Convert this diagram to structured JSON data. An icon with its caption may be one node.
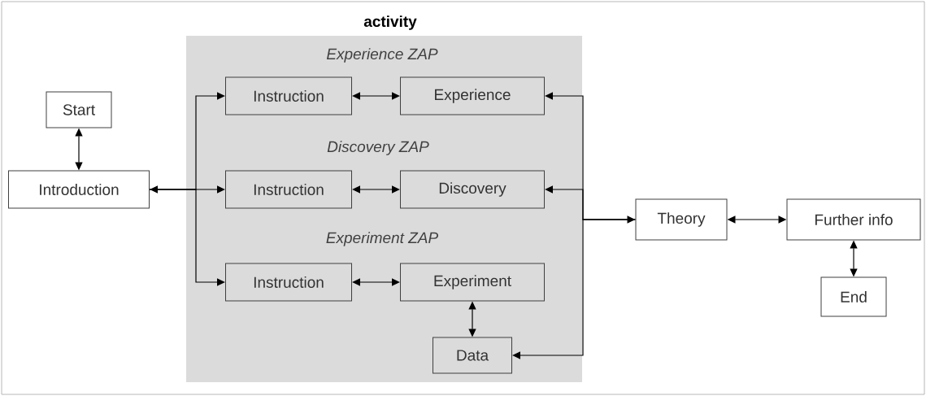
{
  "diagram": {
    "nodes": [
      {
        "text": [
          "activity",
          "Experience ZAP",
          "Discovery ZAP",
          "Experiment ZAP"
        ]
      },
      {
        "text": [
          "Start"
        ]
      },
      {
        "text": [
          "Introduction"
        ]
      },
      {
        "text": [
          "Instruction"
        ],
        "in": 0
      },
      {
        "text": [
          "Experience"
        ],
        "in": 0
      },
      {
        "text": [
          "Instruction"
        ],
        "in": 0
      },
      {
        "text": [
          "Discovery"
        ],
        "in": 0
      },
      {
        "text": [
          "Instruction"
        ],
        "in": 0
      },
      {
        "text": [
          "Experiment"
        ],
        "in": 0
      },
      {
        "text": [
          "Data"
        ],
        "in": 0
      },
      {
        "text": [
          "Theory"
        ]
      },
      {
        "text": [
          "Further info"
        ]
      },
      {
        "text": [
          "End"
        ]
      }
    ],
    "edges": [
      {
        "from": 1,
        "to": 2,
        "arrow": "both"
      },
      {
        "from": 2,
        "to": 3,
        "arrow": "to"
      },
      {
        "from": 2,
        "to": 5,
        "arrow": "both"
      },
      {
        "from": 2,
        "to": 7,
        "arrow": "to"
      },
      {
        "from": 3,
        "to": 4,
        "arrow": "both"
      },
      {
        "from": 5,
        "to": 6,
        "arrow": "both"
      },
      {
        "from": 7,
        "to": 8,
        "arrow": "both"
      },
      {
        "from": 8,
        "to": 9,
        "arrow": "both"
      },
      {
        "from": 10,
        "to": 4,
        "arrow": "both"
      },
      {
        "from": 10,
        "to": 6,
        "arrow": "to"
      },
      {
        "from": 10,
        "to": 9,
        "arrow": "to"
      },
      {
        "from": 10,
        "to": 11,
        "arrow": "both"
      },
      {
        "from": 11,
        "to": 12,
        "arrow": "both"
      }
    ]
  }
}
